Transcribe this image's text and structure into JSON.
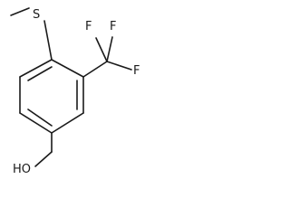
{
  "molecule": {
    "atoms": {
      "sulfur": "S",
      "fluorine_top_left": "F",
      "fluorine_top_right": "F",
      "fluorine_right": "F",
      "hydroxyl": "HO"
    }
  }
}
